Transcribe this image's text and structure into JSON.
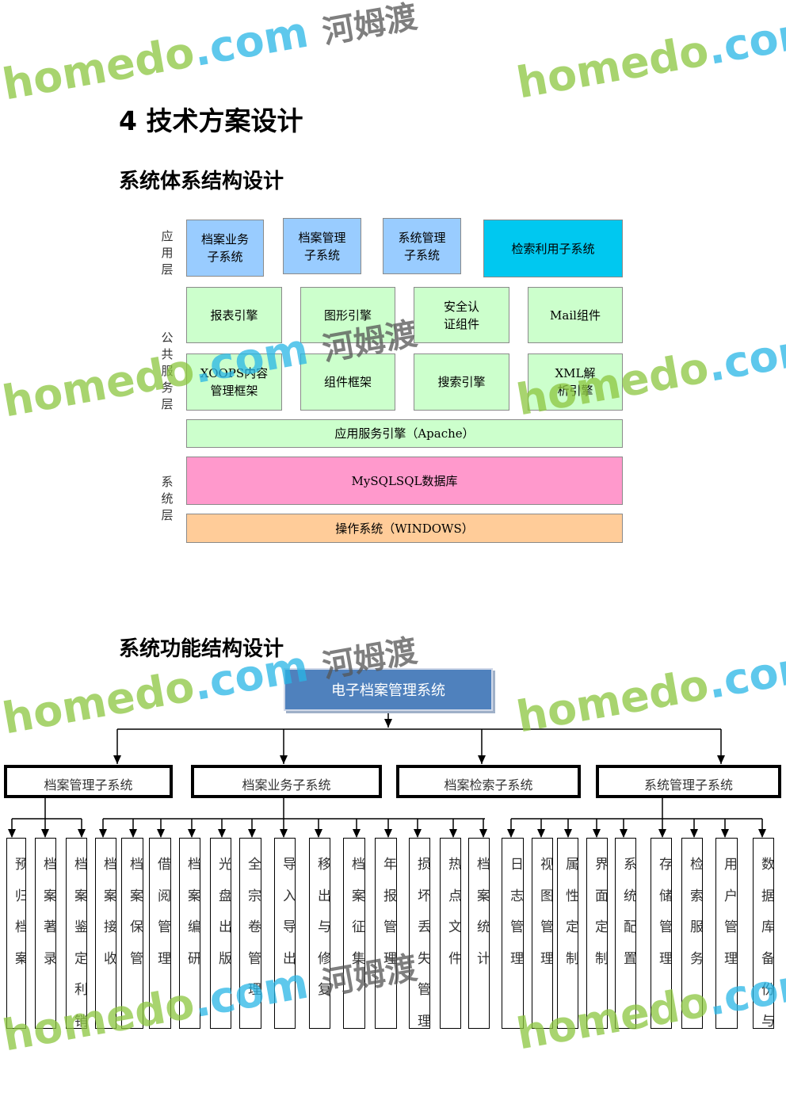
{
  "heading": "4 技术方案设计",
  "section1": "系统体系结构设计",
  "section2": "系统功能结构设计",
  "architecture": {
    "layers": {
      "app": "应用层",
      "public": "公共服务层",
      "system": "系统层"
    },
    "app_row": [
      "档案业务子系统",
      "档案管理子系统",
      "系统管理子系统",
      "检索利用子系统"
    ],
    "service_row1": [
      "报表引擎",
      "图形引擎",
      "安全认证组件",
      "Mail组件"
    ],
    "service_row2": [
      "XOOPS内容管理框架",
      "组件框架",
      "搜索引擎",
      "XML解析引擎"
    ],
    "app_server": "应用服务引擎（Apache）",
    "database": "MySQLSQL数据库",
    "os": "操作系统（WINDOWS）",
    "colors": {
      "app": "#99ccff",
      "search": "#00c8f0",
      "service": "#ccffcc",
      "db": "#ff99cc",
      "os": "#ffcc99"
    }
  },
  "function_tree": {
    "root": "电子档案管理系统",
    "subsystems": [
      "档案管理子系统",
      "档案业务子系统",
      "档案检索子系统",
      "系统管理子系统"
    ],
    "leaves": [
      "预归档案",
      "档案著录",
      "档案鉴定利销",
      "档案接收",
      "档案保管",
      "借阅管理",
      "档案编研",
      "光盘出版",
      "全宗卷管理",
      "导入导出",
      "移出与修复",
      "档案征集",
      "年报管理",
      "损坏丢失管理",
      "热点文件",
      "档案统计",
      "日志管理",
      "视图管理",
      "属性定制",
      "界面定制",
      "系统配置",
      "存储管理",
      "检索服务",
      "用户管理",
      "数据库备份与"
    ]
  },
  "watermark": {
    "brand": "homedo",
    "domain": ".com",
    "cn": "河姆渡"
  }
}
